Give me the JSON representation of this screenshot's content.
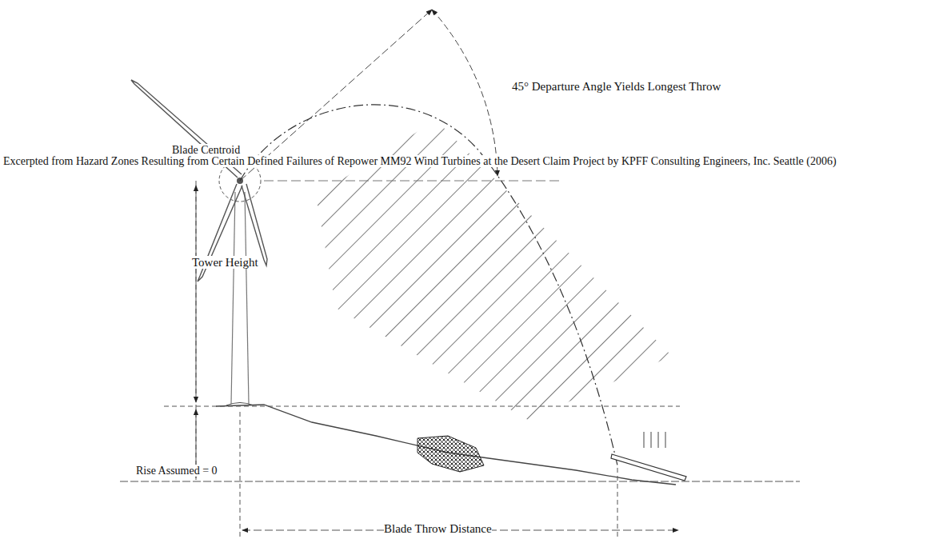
{
  "diagram": {
    "labels": [
      "45° Departure Angle Yields Longest Throw",
      "Blade Centroid",
      "Excerpted from Hazard Zones Resulting from Certain Defined Failures of Repower MM92 Wind Turbines at the Desert Claim Project by KPFF Consulting Engineers, Inc. Seattle (2006)",
      "Tower Height",
      "Rise Assumed = 0",
      "Blade Throw Distance"
    ]
  }
}
